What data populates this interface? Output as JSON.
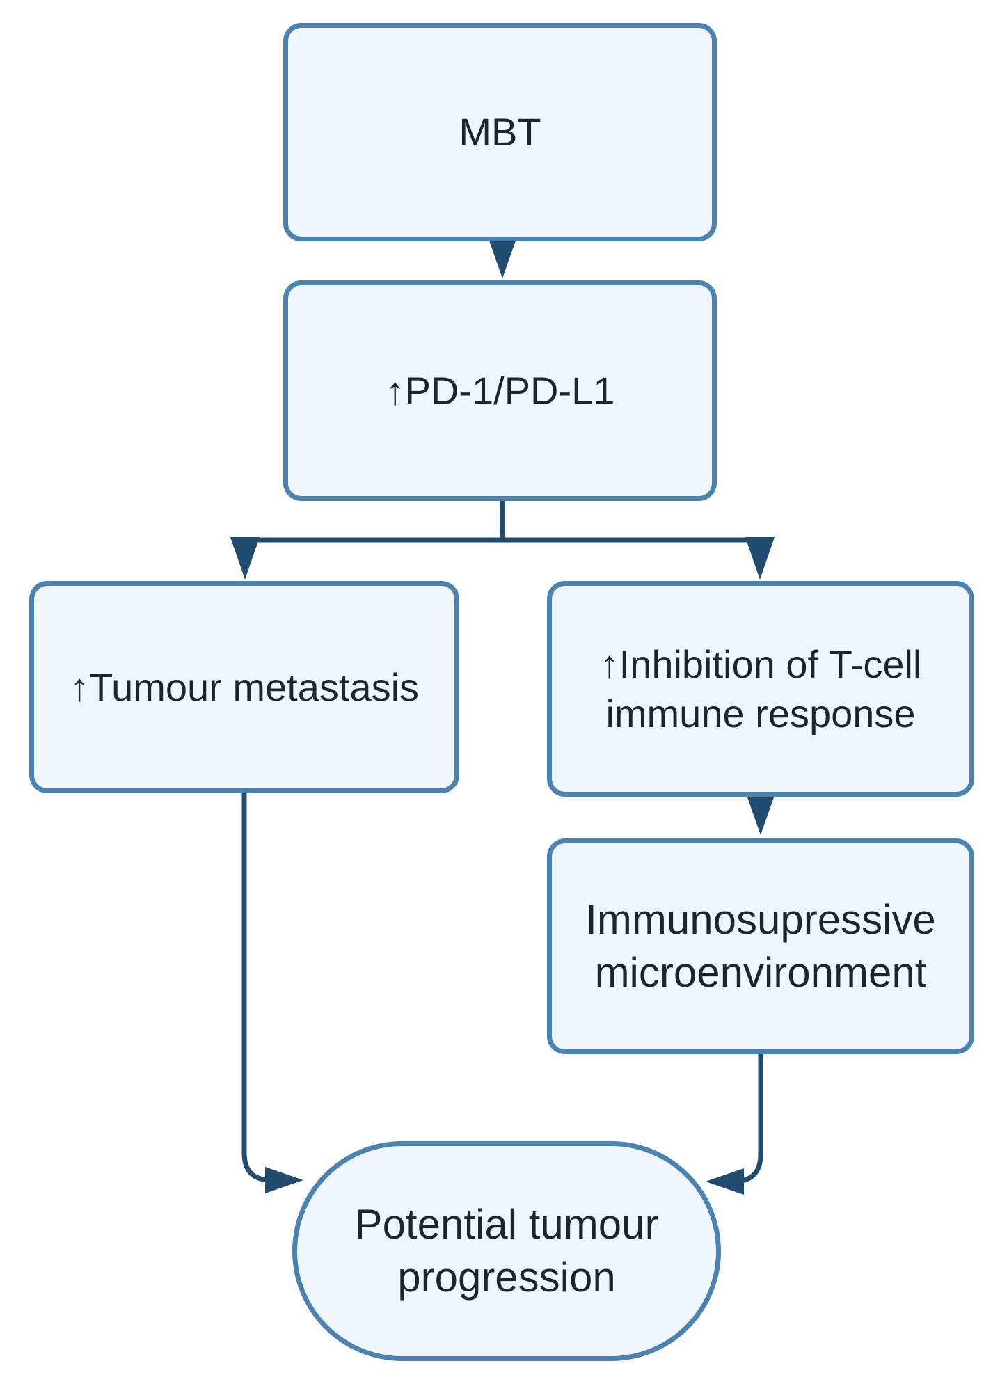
{
  "figure": {
    "type": "flowchart",
    "background": "#ffffff",
    "colors": {
      "node_border": "#4a82b2",
      "node_fill": "#f0f7fc",
      "connector": "#224c6f",
      "text": "#1e242c"
    },
    "nodes": [
      {
        "id": "mbt",
        "shape": "rounded-rectangle",
        "label": "MBT"
      },
      {
        "id": "pd1-pdl1",
        "shape": "rounded-rectangle",
        "label": "↑PD-1/PD-L1"
      },
      {
        "id": "tumour-metastasis",
        "shape": "rounded-rectangle",
        "label": "↑Tumour metastasis"
      },
      {
        "id": "tcell-inhibition",
        "shape": "rounded-rectangle",
        "label": "↑Inhibition of T-cell\nimmune response"
      },
      {
        "id": "immunosuppressive-microenvironment",
        "shape": "rounded-rectangle",
        "label": "Immunosupressive\nmicroenvironment"
      },
      {
        "id": "potential-tumour-progression",
        "shape": "stadium",
        "label": "Potential tumour\nprogression"
      }
    ],
    "edges": [
      {
        "from": "MBT",
        "to": "↑PD-1/PD-L1"
      },
      {
        "from": "↑PD-1/PD-L1",
        "to": "↑Tumour metastasis"
      },
      {
        "from": "↑PD-1/PD-L1",
        "to": "↑Inhibition of T-cell immune response"
      },
      {
        "from": "↑Inhibition of T-cell immune response",
        "to": "Immunosupressive microenvironment"
      },
      {
        "from": "↑Tumour metastasis",
        "to": "Potential tumour progression"
      },
      {
        "from": "Immunosupressive microenvironment",
        "to": "Potential tumour progression"
      }
    ]
  }
}
